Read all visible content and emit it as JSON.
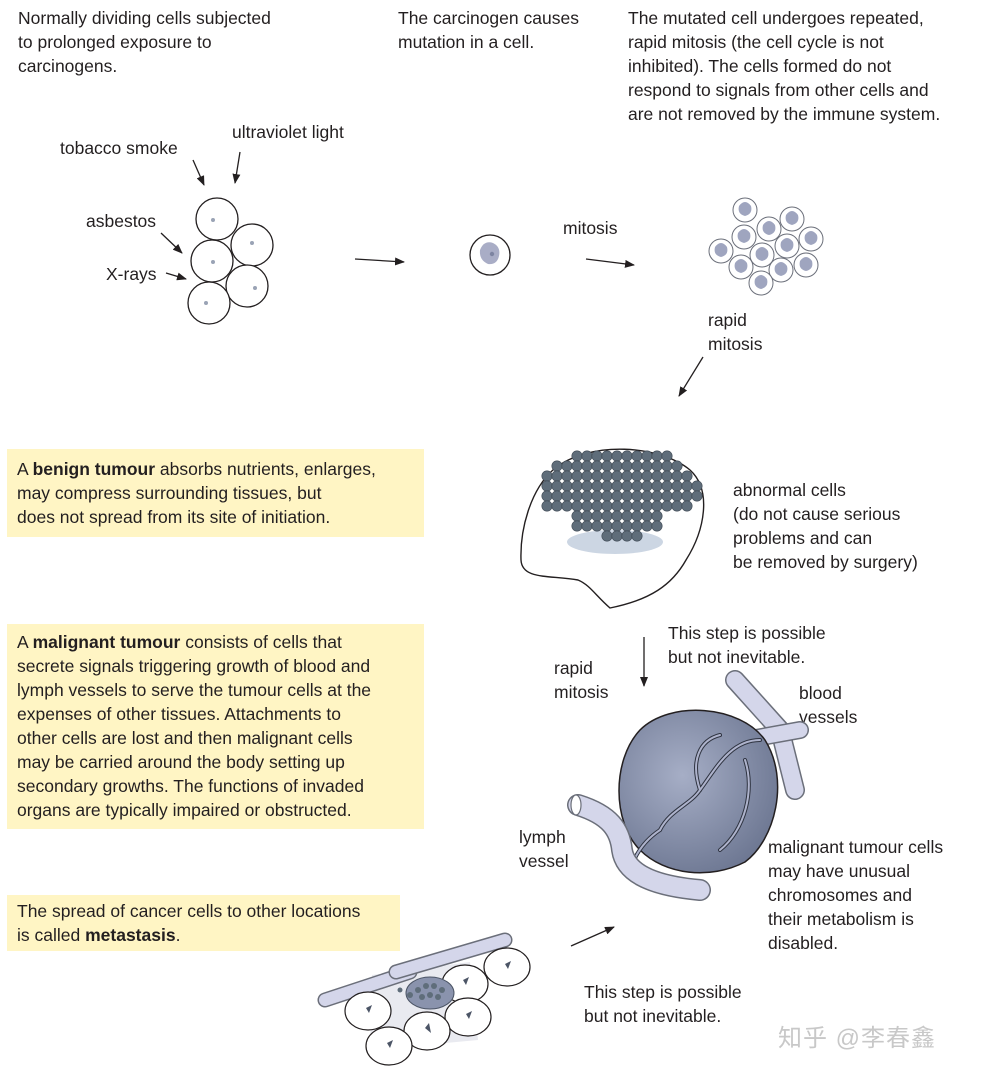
{
  "captions": {
    "step1": "Normally dividing cells subjected\nto prolonged exposure to\ncarcinogens.",
    "step2": "The carcinogen causes\nmutation in a cell.",
    "step3": "The mutated cell undergoes repeated,\nrapid mitosis (the cell cycle is not\ninhibited). The cells formed do not\nrespond to signals from other cells and\nare not removed by the immune system."
  },
  "labels": {
    "tobacco_smoke": "tobacco smoke",
    "ultraviolet_light": "ultraviolet light",
    "asbestos": "asbestos",
    "x_rays": "X-rays",
    "mitosis": "mitosis",
    "rapid_mitosis_1": "rapid\nmitosis",
    "abnormal_cells": "abnormal cells\n(do not cause serious\nproblems and can\nbe removed by surgery)",
    "step_possible_1": "This step is possible\nbut not inevitable.",
    "rapid_mitosis_2": "rapid\nmitosis",
    "blood_vessels": "blood\nvessels",
    "lymph_vessel": "lymph\nvessel",
    "malignant_cells": "malignant tumour cells\nmay have unusual\nchromosomes and\ntheir metabolism is\ndisabled.",
    "step_possible_2": "This step is possible\nbut not inevitable."
  },
  "boxes": {
    "benign": {
      "pre": "A ",
      "bold": "benign tumour",
      "post": " absorbs nutrients, enlarges,\nmay compress surrounding tissues, but\ndoes not spread from its site of initiation."
    },
    "malignant": {
      "pre": "A ",
      "bold": "malignant tumour",
      "post": " consists of cells that\nsecrete signals triggering growth of blood and\nlymph vessels to serve the tumour cells at the\nexpenses of other tissues. Attachments to\nother cells are lost and then malignant cells\nmay be carried around the body setting up\nsecondary growths. The functions of invaded\norgans are typically impaired or obstructed."
    },
    "metastasis": {
      "pre": "The spread of cancer cells to other locations\nis called ",
      "bold": "metastasis",
      "post": "."
    }
  },
  "watermark": "知乎 @李春鑫",
  "colors": {
    "highlight_box": "#fff5c4",
    "tumour_fill": "#8a93ad",
    "cell_gray": "#6d7a86",
    "vessel_fill": "#d4d6ea"
  }
}
